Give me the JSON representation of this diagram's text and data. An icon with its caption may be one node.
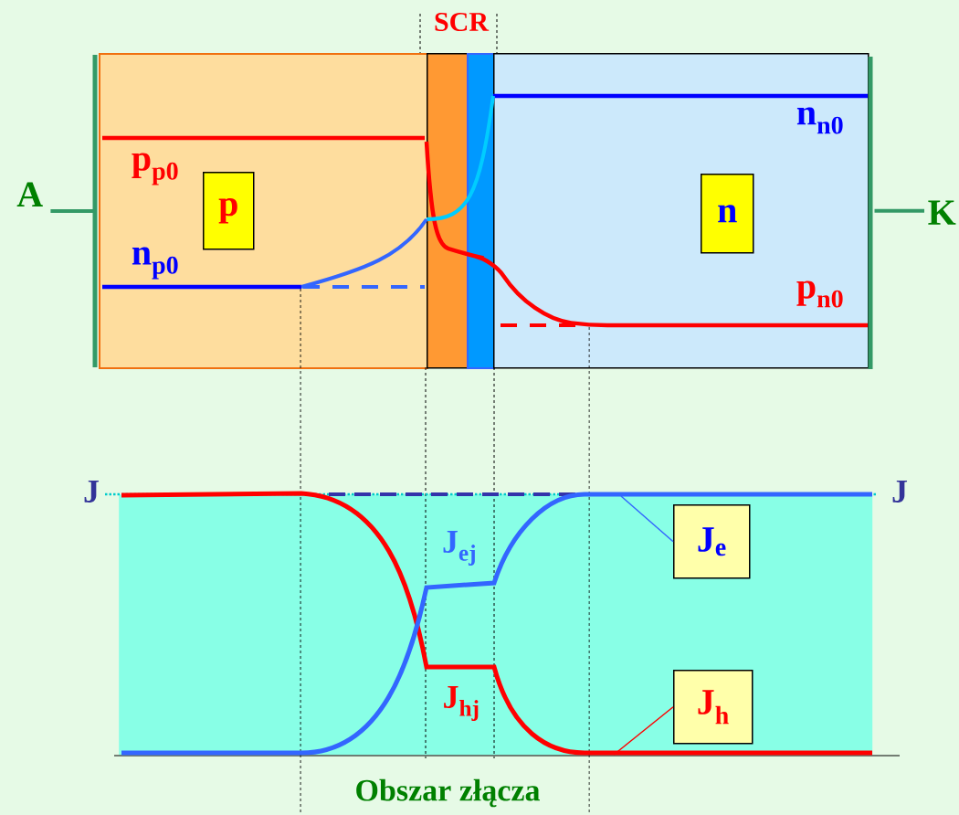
{
  "diagram": {
    "nodes": [
      {
        "text": [],
        "shape": "box"
      },
      {
        "text": [
          "p"
        ],
        "in": 0
      },
      {
        "text": [],
        "shape": "box"
      },
      {
        "text": [],
        "shape": "box"
      },
      {
        "text": [],
        "shape": "box"
      },
      {
        "text": [
          "n"
        ],
        "in": 4
      },
      {
        "text": [
          "A"
        ]
      },
      {
        "text": [
          "K"
        ]
      },
      {
        "text": [],
        "shape": "box"
      },
      {
        "text": [
          "J$_{e}$"
        ],
        "in": 8
      },
      {
        "text": [
          "J$_{h}$"
        ],
        "in": 8
      }
    ],
    "edges": [
      {
        "from": 6,
        "to": 0,
        "arrow": "none",
        "style": "thick",
        "color": "#339966"
      },
      {
        "from": 4,
        "to": 7,
        "arrow": "none",
        "style": "thick",
        "color": "#339966"
      },
      {
        "from": 9,
        "to": null,
        "arrow": "none",
        "color": "#3366ff"
      },
      {
        "from": 10,
        "to": null,
        "arrow": "none",
        "color": "#ff0000"
      }
    ],
    "labels": [
      "SCR",
      "p$_{p0}$",
      "n$_{p0}$",
      "n$_{n0}$",
      "p$_{n0}$",
      "J",
      "J",
      "J$_{ej}$",
      "J$_{hj}$",
      "Obszar złącza"
    ]
  }
}
